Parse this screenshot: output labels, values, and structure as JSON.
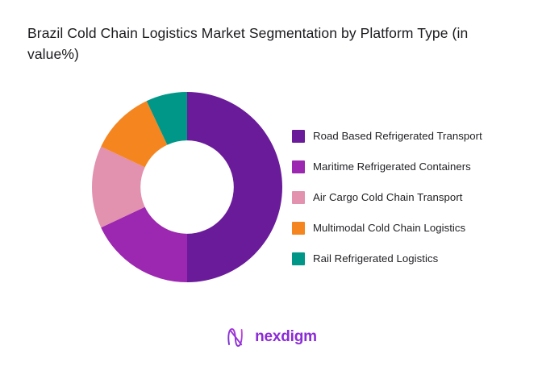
{
  "page": {
    "background_color": "#FFFFFF"
  },
  "title": "Brazil Cold Chain Logistics Market Segmentation by Platform Type (in value%)",
  "brand": {
    "name": "nexdigm",
    "mark_icon": "nexdigm-n-logo-icon",
    "color": "#8B2BD6"
  },
  "legend": {
    "position": "right",
    "items": [
      {
        "label": "Road Based Refrigerated Transport",
        "color": "#6A1B9A"
      },
      {
        "label": "Maritime Refrigerated Containers",
        "color": "#9C27B0"
      },
      {
        "label": "Air Cargo Cold Chain Transport",
        "color": "#E291AF"
      },
      {
        "label": "Multimodal Cold Chain Logistics",
        "color": "#F5851F"
      },
      {
        "label": "Rail Refrigerated Logistics",
        "color": "#009688"
      }
    ]
  },
  "chart_data": {
    "type": "pie",
    "variant": "donut",
    "title": "Brazil Cold Chain Logistics Market Segmentation by Platform Type (in value%)",
    "unit": "%",
    "start_angle_deg": 0,
    "direction": "clockwise",
    "inner_radius_ratio": 0.49,
    "categories": [
      "Road Based Refrigerated Transport",
      "Maritime Refrigerated Containers",
      "Air Cargo Cold Chain Transport",
      "Multimodal Cold Chain Logistics",
      "Rail Refrigerated Logistics"
    ],
    "values": [
      50,
      18,
      14,
      11,
      7
    ],
    "colors": [
      "#6A1B9A",
      "#9C27B0",
      "#E291AF",
      "#F5851F",
      "#009688"
    ],
    "slices": [
      {
        "label": "Road Based Refrigerated Transport",
        "value": 50,
        "color": "#6A1B9A"
      },
      {
        "label": "Maritime Refrigerated Containers",
        "value": 18,
        "color": "#9C27B0"
      },
      {
        "label": "Air Cargo Cold Chain Transport",
        "value": 14,
        "color": "#E291AF"
      },
      {
        "label": "Multimodal Cold Chain Logistics",
        "value": 11,
        "color": "#F5851F"
      },
      {
        "label": "Rail Refrigerated Logistics",
        "value": 7,
        "color": "#009688"
      }
    ],
    "data_labels_visible": false,
    "legend_position": "right",
    "xlabel": "",
    "ylabel": ""
  }
}
